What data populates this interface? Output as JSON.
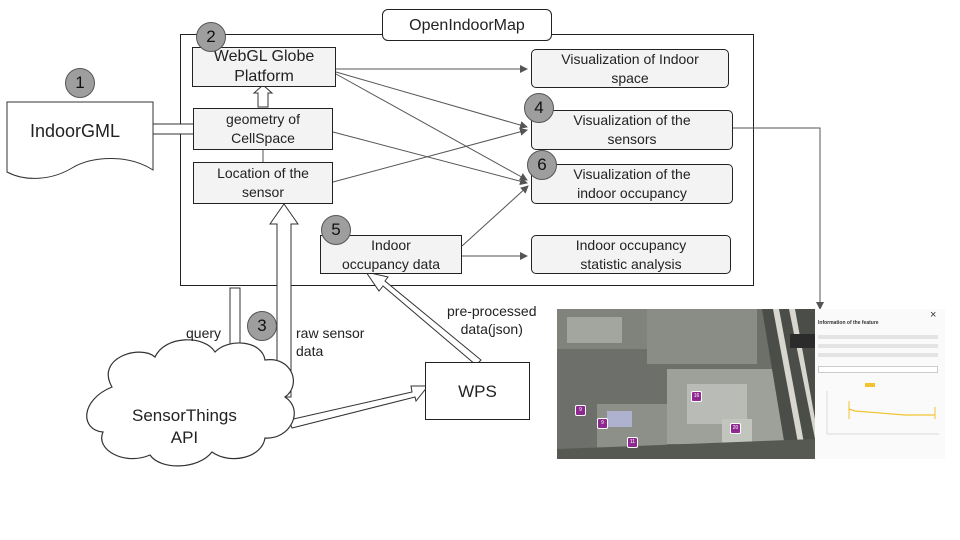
{
  "container_title": "OpenIndoorMap",
  "inputs": {
    "indoorgml": "IndoorGML",
    "sensorthings": "SensorThings\nAPI",
    "wps": "WPS"
  },
  "platform_boxes": {
    "webgl": "WebGL Globe\nPlatform",
    "geometry": "geometry of\nCellSpace",
    "location": "Location of the\nsensor",
    "occupancy_data": "Indoor\noccupancy data"
  },
  "outputs": {
    "vis_indoor_space": "Visualization of Indoor\nspace",
    "vis_sensors": "Visualization of the\nsensors",
    "vis_occupancy": "Visualization of the\nindoor occupancy",
    "occupancy_stats": "Indoor occupancy\nstatistic analysis"
  },
  "edge_labels": {
    "query": "query",
    "raw_sensor_data": "raw sensor\ndata",
    "preprocessed": "pre-processed\ndata(json)"
  },
  "badges": {
    "b1": "1",
    "b2": "2",
    "b3": "3",
    "b4": "4",
    "b5": "5",
    "b6": "6"
  },
  "screenshot": {
    "panel_title": "Information of the feature",
    "close_glyph": "×",
    "map_pins": [
      "9",
      "9",
      "11",
      "16",
      "20"
    ],
    "accent_color": "#f2c230",
    "pin_color": "#8e2a8f"
  }
}
